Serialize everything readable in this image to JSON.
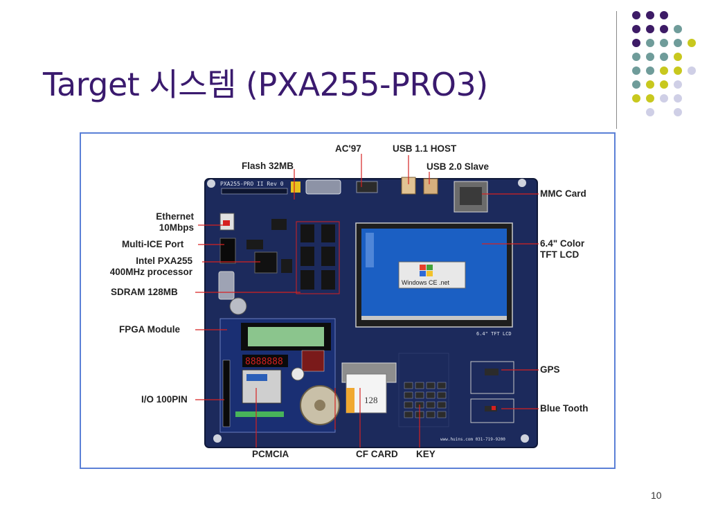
{
  "slide": {
    "title": "Target 시스템 (PXA255-PRO3)",
    "page_number": "10"
  },
  "board": {
    "silkscreen": "PXA255-PRO II Rev 0",
    "lcd_brand": "Windows CE .net",
    "lcd_label": "6.4\" TFT LCD",
    "cf_card_label": "128",
    "web_text": "www.huins.com 031-719-9200"
  },
  "callouts": {
    "flash": "Flash 32MB",
    "ac97": "AC'97",
    "usb11": "USB 1.1 HOST",
    "usb20": "USB 2.0 Slave",
    "mmc": "MMC Card",
    "ethernet_line1": "Ethernet",
    "ethernet_line2": "10Mbps",
    "multi_ice": "Multi-ICE Port",
    "pxa_line1": "Intel PXA255",
    "pxa_line2": "400MHz processor",
    "sdram": "SDRAM 128MB",
    "tft_line1": "6.4\" Color",
    "tft_line2": "TFT LCD",
    "fpga": "FPGA Module",
    "io": "I/O 100PIN",
    "gps": "GPS",
    "bluetooth": "Blue Tooth",
    "pcmcia": "PCMCIA",
    "cf_card": "CF CARD",
    "key": "KEY"
  },
  "colors": {
    "title": "#3a1a6e",
    "board": "#1c2a5c",
    "callout_line": "#d62020",
    "frame": "#5a7fd6",
    "dot_purple": "#3d1b66",
    "dot_teal": "#6f9c9a",
    "dot_yellow": "#c8c81e",
    "dot_lavender": "#cfcfe6"
  }
}
